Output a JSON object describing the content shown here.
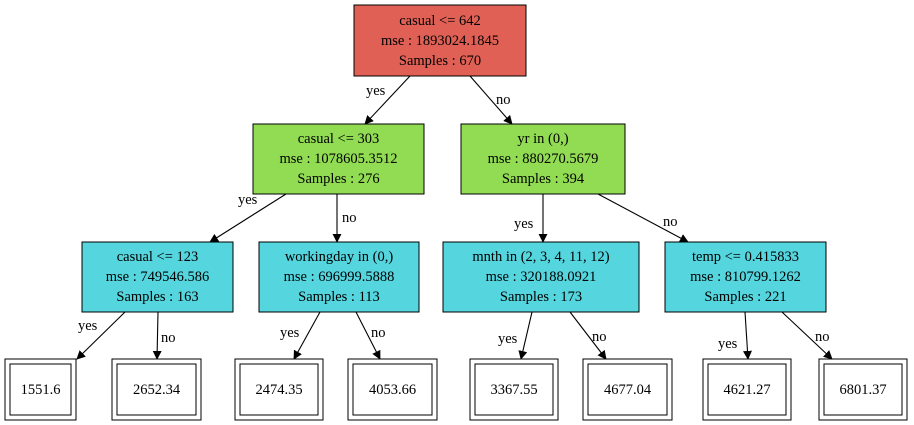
{
  "colors": {
    "root": "#e06055",
    "level1": "#92dc54",
    "level2": "#55d5dd",
    "leaf": "#ffffff",
    "stroke": "#000000"
  },
  "nodes": {
    "root": {
      "line1": "casual <= 642",
      "line2": "mse : 1893024.1845",
      "line3": "Samples : 670"
    },
    "n_l": {
      "line1": "casual <= 303",
      "line2": "mse : 1078605.3512",
      "line3": "Samples : 276"
    },
    "n_r": {
      "line1": "yr in (0,)",
      "line2": "mse : 880270.5679",
      "line3": "Samples : 394"
    },
    "n_ll": {
      "line1": "casual <= 123",
      "line2": "mse : 749546.586",
      "line3": "Samples : 163"
    },
    "n_lr": {
      "line1": "workingday in (0,)",
      "line2": "mse : 696999.5888",
      "line3": "Samples : 113"
    },
    "n_rl": {
      "line1": "mnth in (2, 3, 4, 11, 12)",
      "line2": "mse : 320188.0921",
      "line3": "Samples : 173"
    },
    "n_rr": {
      "line1": "temp <= 0.415833",
      "line2": "mse : 810799.1262",
      "line3": "Samples : 221"
    }
  },
  "leaves": {
    "leaf1": "1551.6",
    "leaf2": "2652.34",
    "leaf3": "2474.35",
    "leaf4": "4053.66",
    "leaf5": "3367.55",
    "leaf6": "4677.04",
    "leaf7": "4621.27",
    "leaf8": "6801.37"
  },
  "edges": {
    "yes": "yes",
    "no": "no"
  }
}
